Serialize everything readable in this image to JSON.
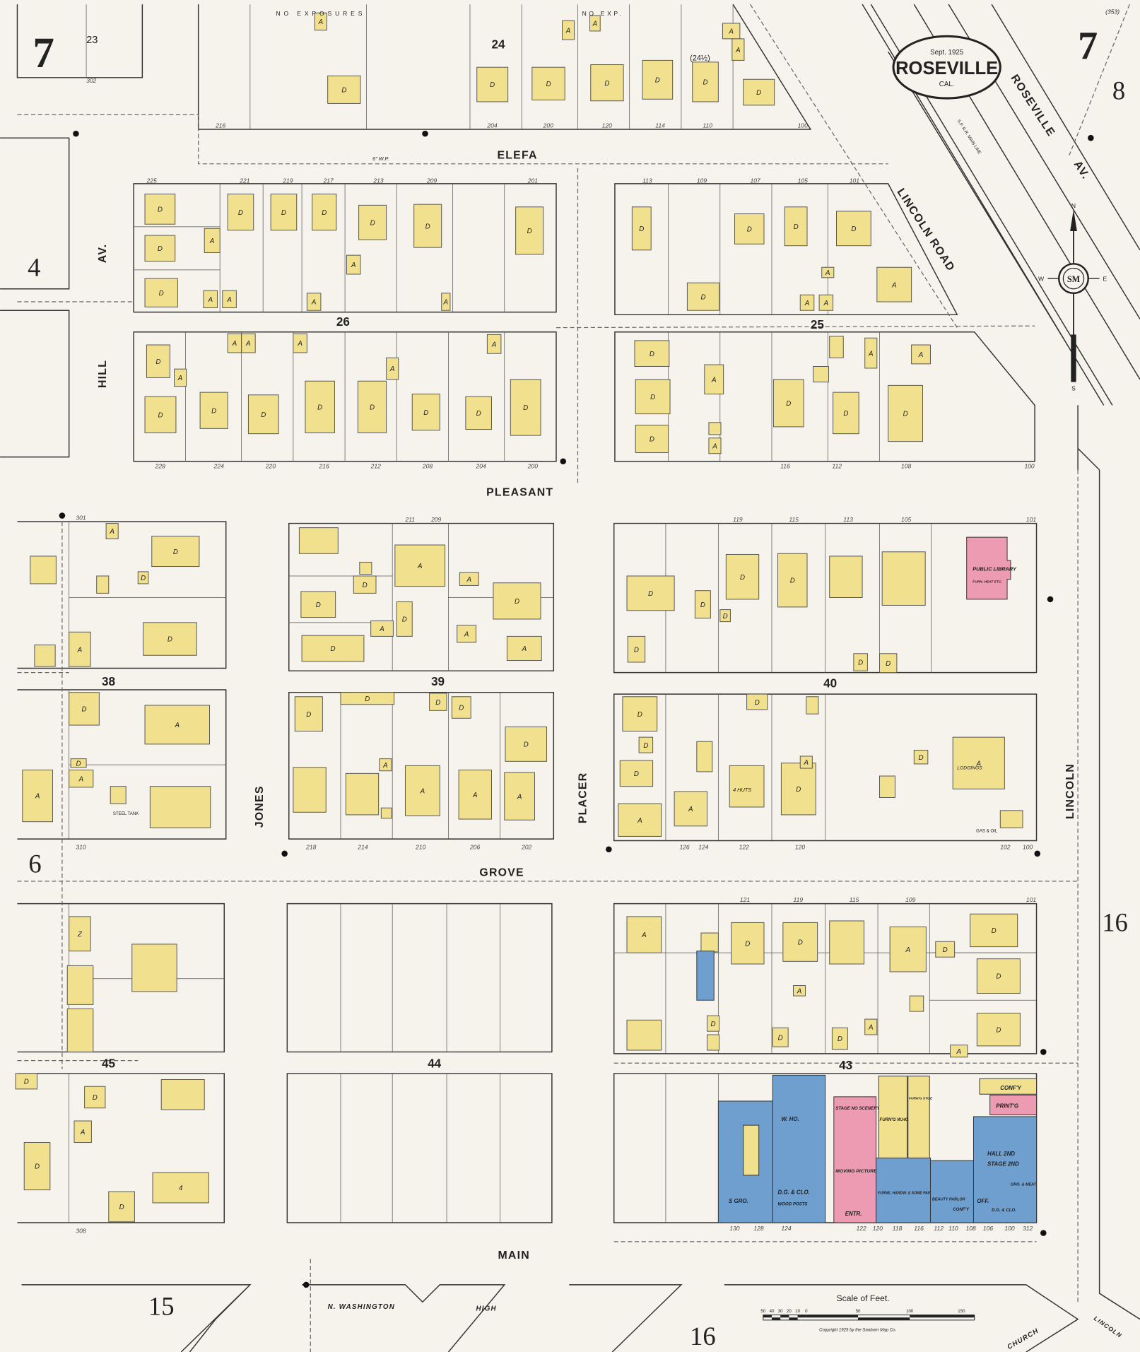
{
  "title": {
    "date": "Sept. 1925",
    "city": "ROSEVILLE",
    "state": "CAL."
  },
  "sheet": {
    "number": "7",
    "number_right": "7",
    "index_ref": "(353)"
  },
  "adjacent_sheets": [
    "23",
    "4",
    "6",
    "8",
    "15",
    "16",
    "16"
  ],
  "streets": {
    "elefa": "ELEFA",
    "pleasant": "PLEASANT",
    "grove": "GROVE",
    "main": "MAIN",
    "av": "AV.",
    "hill": "HILL",
    "jones": "JONES",
    "placer": "PLACER",
    "lincoln": "LINCOLN",
    "lincoln_road": "LINCOLN ROAD",
    "roseville": "ROSEVILLE",
    "roseville_av": "AV.",
    "n_washington": "N. WASHINGTON",
    "high": "HIGH",
    "church": "CHURCH",
    "lincoln_bottom": "LINCOLN"
  },
  "blocks": [
    "24",
    "26",
    "25",
    "38",
    "39",
    "40",
    "45",
    "44",
    "43"
  ],
  "half_number": "(24½)",
  "notes": {
    "no_exposures": "NO EXPOSURES",
    "no_exp": "NO EXP.",
    "water_pipe": "6\" W.P.",
    "steel_tank": "STEEL TANK",
    "lodgings": "LODGINGS",
    "gas_oil": "GAS & OIL",
    "huts": "4 HUTS",
    "sp_rr": "S.P. R.R. MAIN LINE"
  },
  "compass": {
    "n": "N",
    "s": "S",
    "e": "E",
    "w": "W"
  },
  "landmarks": {
    "library": "PUBLIC LIBRARY",
    "library_note": "FURN. HEAT ETC."
  },
  "commercial": {
    "s_gro": "S GRO.",
    "dg_clo_1": "D.G. & CLO.",
    "wood_posts": "WOOD POSTS",
    "w_ho": "W. HO.",
    "stage": "STAGE NO SCENERY",
    "moving": "MOVING PICTURES",
    "entr": "ENTR.",
    "furn_who": "FURN'G W.HO.",
    "furn_stge": "FURN'G STGE",
    "furne_hardw": "FURNE, HARDW. & SOME PAINTS",
    "beauty": "BEAUTY PARLOR",
    "confy": "CONF'Y",
    "off": "OFF.",
    "hall": "HALL 2ND",
    "stage2": "STAGE 2ND",
    "dg_clo_2": "D.G. & CLO.",
    "gro_meat": "GRO. & MEAT",
    "printg": "PRINT'G",
    "confy2": "CONF'Y"
  },
  "building_labels": [
    "D",
    "D",
    "D",
    "D",
    "D",
    "D",
    "D",
    "A",
    "A",
    "A",
    "A",
    "A",
    "D",
    "D",
    "D",
    "D",
    "D",
    "D",
    "D",
    "D",
    "D",
    "A",
    "A",
    "A",
    "A",
    "A",
    "A",
    "D",
    "D",
    "D",
    "D",
    "D",
    "D",
    "D",
    "D",
    "D",
    "A",
    "A",
    "A",
    "A",
    "A",
    "A",
    "D",
    "D",
    "D",
    "D",
    "A",
    "D",
    "A",
    "A",
    "A",
    "D",
    "D",
    "D",
    "A",
    "",
    "A",
    "D",
    "D",
    "D",
    "A",
    "",
    "A",
    "",
    "",
    "A",
    "",
    "D",
    "D",
    "A",
    "",
    "D",
    "D",
    "A",
    "",
    "A",
    "D",
    "A",
    "",
    "",
    "D",
    "D",
    "D",
    "A",
    "A",
    "D",
    "D",
    "A",
    "A",
    "A",
    "",
    "D",
    "D",
    "D",
    "D",
    "D",
    "",
    "",
    "A",
    "A",
    "A",
    "A",
    "",
    "D",
    "D",
    "D",
    "D",
    "D",
    "",
    "",
    "D",
    "D",
    "D",
    "D",
    "D",
    "D",
    "A",
    "A",
    "",
    "",
    "D",
    "D",
    "",
    "",
    "D",
    "A",
    "",
    "A",
    "Z",
    "",
    "",
    "",
    "D",
    "D",
    "",
    "A",
    "D",
    "4",
    "D",
    "A",
    "",
    "D",
    "D",
    "",
    "A",
    "D",
    "D",
    "D",
    "D",
    "",
    "D",
    "",
    "D",
    "D",
    "A",
    "",
    "A",
    "A",
    "A",
    "",
    "",
    "",
    ""
  ],
  "addresses": [
    "302",
    "216",
    "204",
    "200",
    "120",
    "114",
    "110",
    "100",
    "225",
    "221",
    "219",
    "217",
    "213",
    "209",
    "201",
    "113",
    "109",
    "107",
    "105",
    "101",
    "228",
    "224",
    "220",
    "216",
    "212",
    "208",
    "204",
    "200",
    "116",
    "112",
    "108",
    "100",
    "301",
    "310",
    "211",
    "209",
    "119",
    "115",
    "113",
    "105",
    "101",
    "218",
    "214",
    "210",
    "206",
    "202",
    "126",
    "124",
    "122",
    "120",
    "102",
    "100",
    "121",
    "119",
    "115",
    "109",
    "101",
    "130",
    "128",
    "124",
    "122",
    "120",
    "118",
    "116",
    "112",
    "110",
    "108",
    "106",
    "100",
    "312",
    "308"
  ],
  "scale": {
    "title": "Scale of Feet.",
    "ticks": [
      "50",
      "40",
      "30",
      "20",
      "10",
      "0",
      "50",
      "100",
      "150"
    ],
    "copyright": "Copyright 1925 by the Sanborn Map Co."
  },
  "colors": {
    "dwelling": "#f1e08e",
    "brick": "#ec9bb2",
    "fireproof_frame": "#6f9fcf",
    "paper": "#f5f3ec"
  }
}
